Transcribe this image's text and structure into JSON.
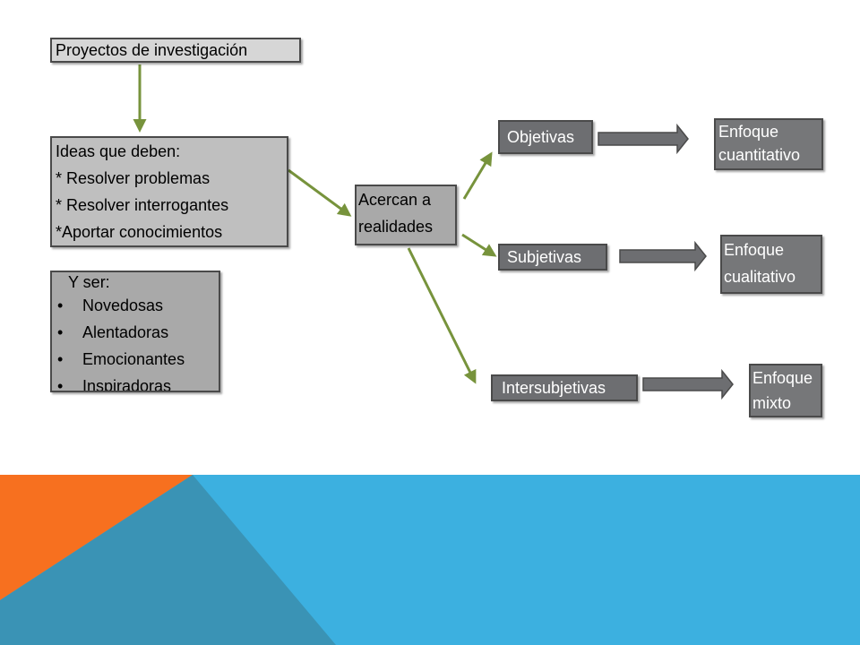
{
  "diagram": {
    "root": {
      "label": "Proyectos de investigación"
    },
    "ideas": {
      "lines": [
        "Ideas que deben:",
        "* Resolver problemas",
        "* Resolver interrogantes",
        "*Aportar conocimientos"
      ]
    },
    "qualities": {
      "heading": "Y ser:",
      "items": [
        "Novedosas",
        "Alentadoras",
        "Emocionantes",
        "Inspiradoras"
      ]
    },
    "center": {
      "lines": [
        "Acercan a",
        "realidades"
      ]
    },
    "branches": [
      {
        "type": "Objetivas",
        "approach": [
          "Enfoque",
          "cuantitativo"
        ]
      },
      {
        "type": "Subjetivas",
        "approach": [
          "Enfoque",
          "cualitativo"
        ]
      },
      {
        "type": "Intersubjetivas",
        "approach": [
          "Enfoque",
          "mixto"
        ]
      }
    ]
  },
  "colors": {
    "connector_green": "#77933c",
    "footer_orange": "#f7701f",
    "footer_teal": "#3a93b5",
    "footer_blue": "#3cb0e0"
  }
}
